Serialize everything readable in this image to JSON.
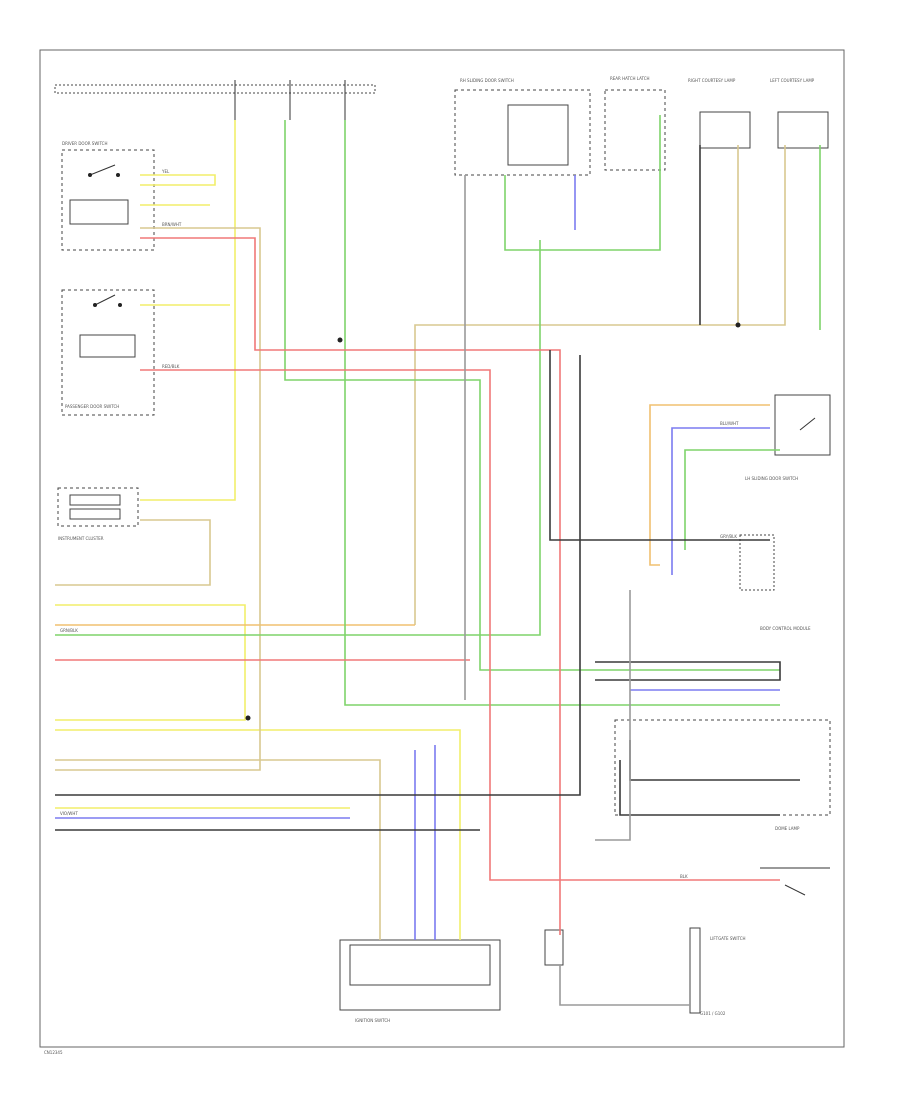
{
  "diagram": {
    "footer_code": "CN12345",
    "components": {
      "driver_door_switch": "DRIVER DOOR SWITCH",
      "passenger_door_switch": "PASSENGER DOOR SWITCH",
      "instrument_cluster": "INSTRUMENT CLUSTER",
      "sliding_door_rh": "RH SLIDING DOOR SWITCH",
      "sliding_door_lh": "LH SLIDING DOOR SWITCH",
      "left_lamp": "LEFT COURTESY LAMP",
      "right_lamp": "RIGHT COURTESY LAMP",
      "rear_hatch": "REAR HATCH LATCH",
      "bcm": "BODY CONTROL MODULE",
      "dome_lamp": "DOME LAMP",
      "liftgate": "LIFTGATE SWITCH",
      "ignition": "IGNITION SWITCH",
      "grounds": "G101 / G102"
    },
    "wire_labels": {
      "yel": "YEL",
      "brn_wht": "BRN/WHT",
      "gry_blk": "GRY/BLK",
      "red_blk": "RED/BLK",
      "grn_blk": "GRN/BLK",
      "blu_wht": "BLU/WHT",
      "vio_wht": "VIO/WHT",
      "blk": "BLK"
    },
    "colors": {
      "yellow": "#f2ee6a",
      "green": "#7ed46a",
      "red": "#f07878",
      "blue": "#7b7bf0",
      "orange": "#f0c070",
      "gray": "#9a9a9a",
      "dark": "#3a3a3a",
      "tan": "#d8c890"
    }
  }
}
